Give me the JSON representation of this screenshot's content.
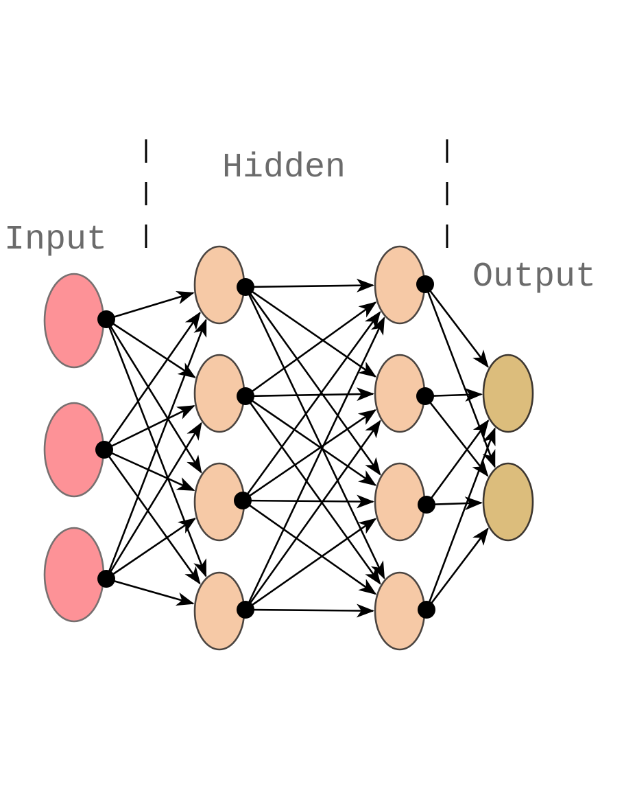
{
  "title": "Neural network diagram",
  "labels": {
    "input": "Input",
    "hidden": "Hidden",
    "output": "Output"
  },
  "colors": {
    "input_fill": "#fd9297",
    "input_stroke": "#777070",
    "hidden_fill": "#f6c9a6",
    "hidden_stroke": "#4a4440",
    "output_fill": "#dcbd7c",
    "output_stroke": "#3c3630",
    "edge": "#000000",
    "label": "#6b6b6b"
  },
  "layers": [
    {
      "name": "input",
      "label_key": "input",
      "nodes": 3
    },
    {
      "name": "hidden-1",
      "label_key": "hidden",
      "nodes": 4
    },
    {
      "name": "hidden-2",
      "label_key": "hidden",
      "nodes": 4
    },
    {
      "name": "output",
      "label_key": "output",
      "nodes": 2
    }
  ],
  "connectivity": "fully-connected between adjacent layers, arrows pointing forward"
}
